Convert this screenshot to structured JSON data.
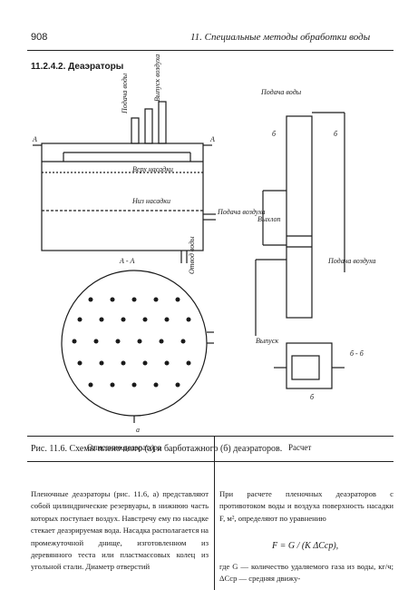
{
  "header": {
    "page_number": "908",
    "running_title": "11. Специальные методы обработки воды"
  },
  "section_heading": "11.2.4.2. Деаэраторы",
  "figure": {
    "left_labels": {
      "podacha_vody": "Подача воды",
      "vypusk_vozduha": "Выпуск воздуха",
      "verh_nasadki": "Верх насадки",
      "niz_nasadki": "Низ насадки",
      "podacha_vozduha": "Подача воздуха",
      "otvod_vody": "Отвод воды",
      "section_a": "А",
      "section_aa": "А - А",
      "panel": "а"
    },
    "right_labels": {
      "podacha_vody": "Подача воды",
      "vyhlop": "Выхлоп",
      "podacha_vozduha": "Подача воздуха",
      "vypusk": "Выпуск",
      "section_b": "б",
      "section_bb": "б - б",
      "panel": "б"
    }
  },
  "caption": "Рис. 11.6. Схемы пленочного (а) и барботажного (б) деаэраторов.",
  "table": {
    "col1_header": "Описание деаэратора",
    "col2_header": "Расчет",
    "col1_text": "Пленочные деаэраторы (рис. 11.6, а) представляют собой цилиндрические резервуары, в нижнюю часть которых поступает воздух. Навстречу ему по насадке стекает деаэрируемая вода. Насадка располагается на промежуточной днище, изготовленном из деревянного теста или пластмассовых колец из угольной стали. Диаметр отверстий",
    "col2_text": "При расчете пленочных деаэраторов с противотоком воды и воздуха поверхность насадки F, м², определяют по уравнению",
    "formula": "F = G / (K ΔCср),",
    "col2_text2": "где G — количество удаляемого газа из воды, кг/ч; ΔCср — средняя движу-"
  }
}
